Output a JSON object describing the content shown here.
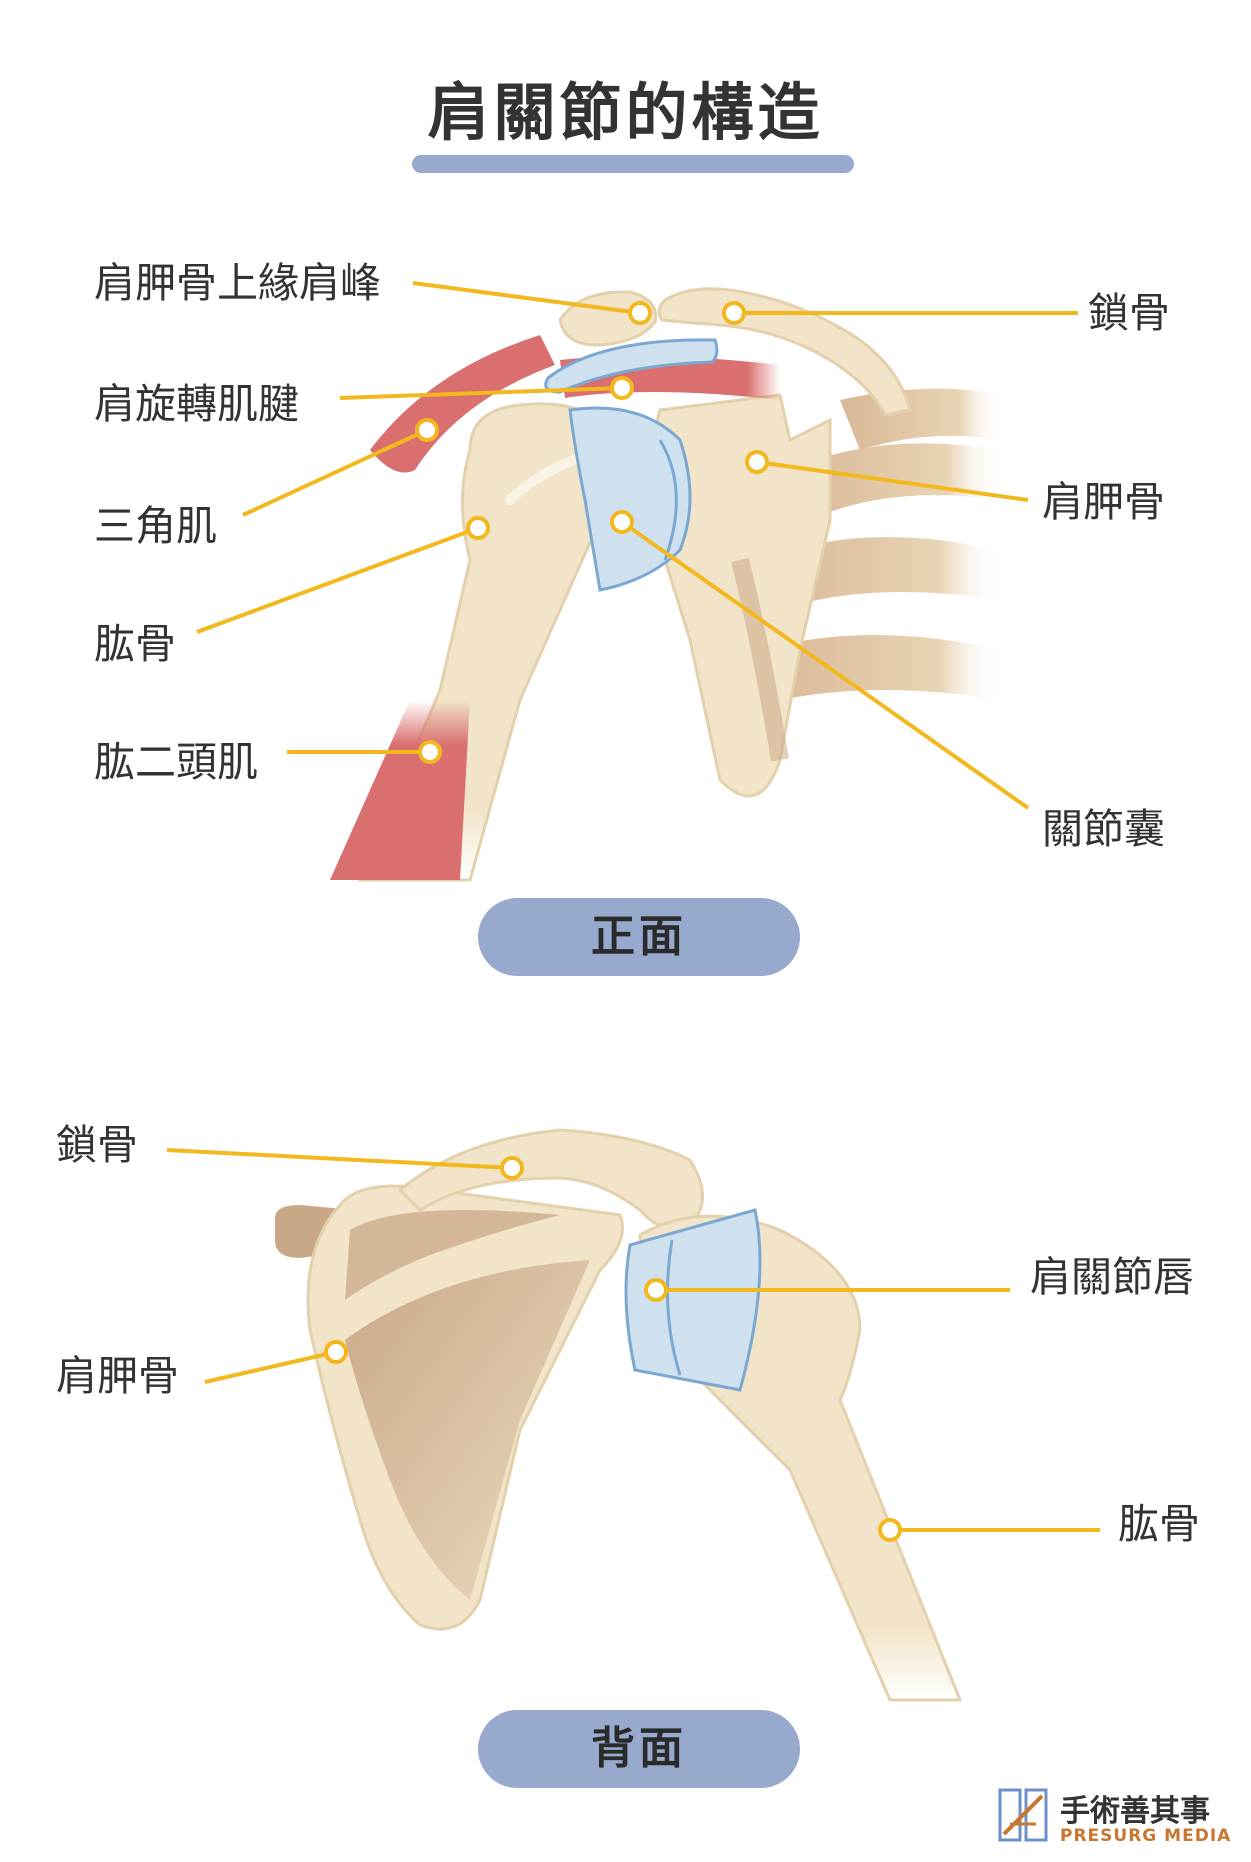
{
  "title": "肩關節的構造",
  "front": {
    "view_label": "正面",
    "labels": {
      "acromion": "肩胛骨上緣肩峰",
      "rotator_cuff_tendon": "肩旋轉肌腱",
      "deltoid": "三角肌",
      "humerus": "肱骨",
      "biceps": "肱二頭肌",
      "clavicle": "鎖骨",
      "scapula": "肩胛骨",
      "joint_capsule": "關節囊"
    }
  },
  "back": {
    "view_label": "背面",
    "labels": {
      "clavicle": "鎖骨",
      "scapula": "肩胛骨",
      "labrum": "肩關節唇",
      "humerus": "肱骨"
    }
  },
  "logo": {
    "cn": "手術善其事",
    "en": "PRESURG MEDIA"
  },
  "colors": {
    "bone": "#f1e4c8",
    "bone_outline": "#e3d1ad",
    "bone_shadow": "#c9a887",
    "muscle": "#d9706f",
    "capsule": "#cfe1ef",
    "capsule_outline": "#7ba8d1",
    "leader": "#f2b81d",
    "pill": "#97aacd"
  }
}
